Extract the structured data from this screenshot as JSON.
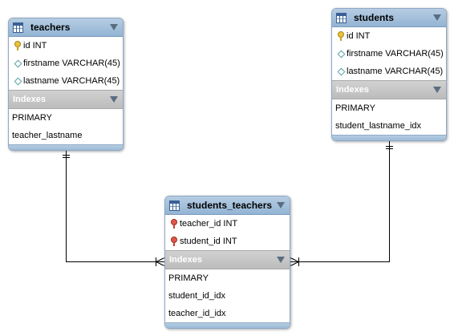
{
  "tables": {
    "teachers": {
      "name": "teachers",
      "columns": [
        {
          "icon": "primary-key-icon",
          "label": "id INT"
        },
        {
          "icon": "column-diamond-icon",
          "label": "firstname VARCHAR(45)"
        },
        {
          "icon": "column-diamond-icon",
          "label": "lastname VARCHAR(45)"
        }
      ],
      "indexes_label": "Indexes",
      "indexes": [
        "PRIMARY",
        "teacher_lastname"
      ]
    },
    "students": {
      "name": "students",
      "columns": [
        {
          "icon": "primary-key-icon",
          "label": "id INT"
        },
        {
          "icon": "column-diamond-icon",
          "label": "firstname VARCHAR(45)"
        },
        {
          "icon": "column-diamond-icon",
          "label": "lastname VARCHAR(45)"
        }
      ],
      "indexes_label": "Indexes",
      "indexes": [
        "PRIMARY",
        "student_lastname_idx"
      ]
    },
    "students_teachers": {
      "name": "students_teachers",
      "columns": [
        {
          "icon": "foreign-key-icon",
          "label": "teacher_id INT"
        },
        {
          "icon": "foreign-key-icon",
          "label": "student_id INT"
        }
      ],
      "indexes_label": "Indexes",
      "indexes": [
        "PRIMARY",
        "student_id_idx",
        "teacher_id_idx"
      ]
    }
  },
  "relationships": [
    {
      "from": "teachers",
      "to": "students_teachers",
      "from_end": "one",
      "to_end": "many"
    },
    {
      "from": "students",
      "to": "students_teachers",
      "from_end": "one",
      "to_end": "many"
    }
  ]
}
